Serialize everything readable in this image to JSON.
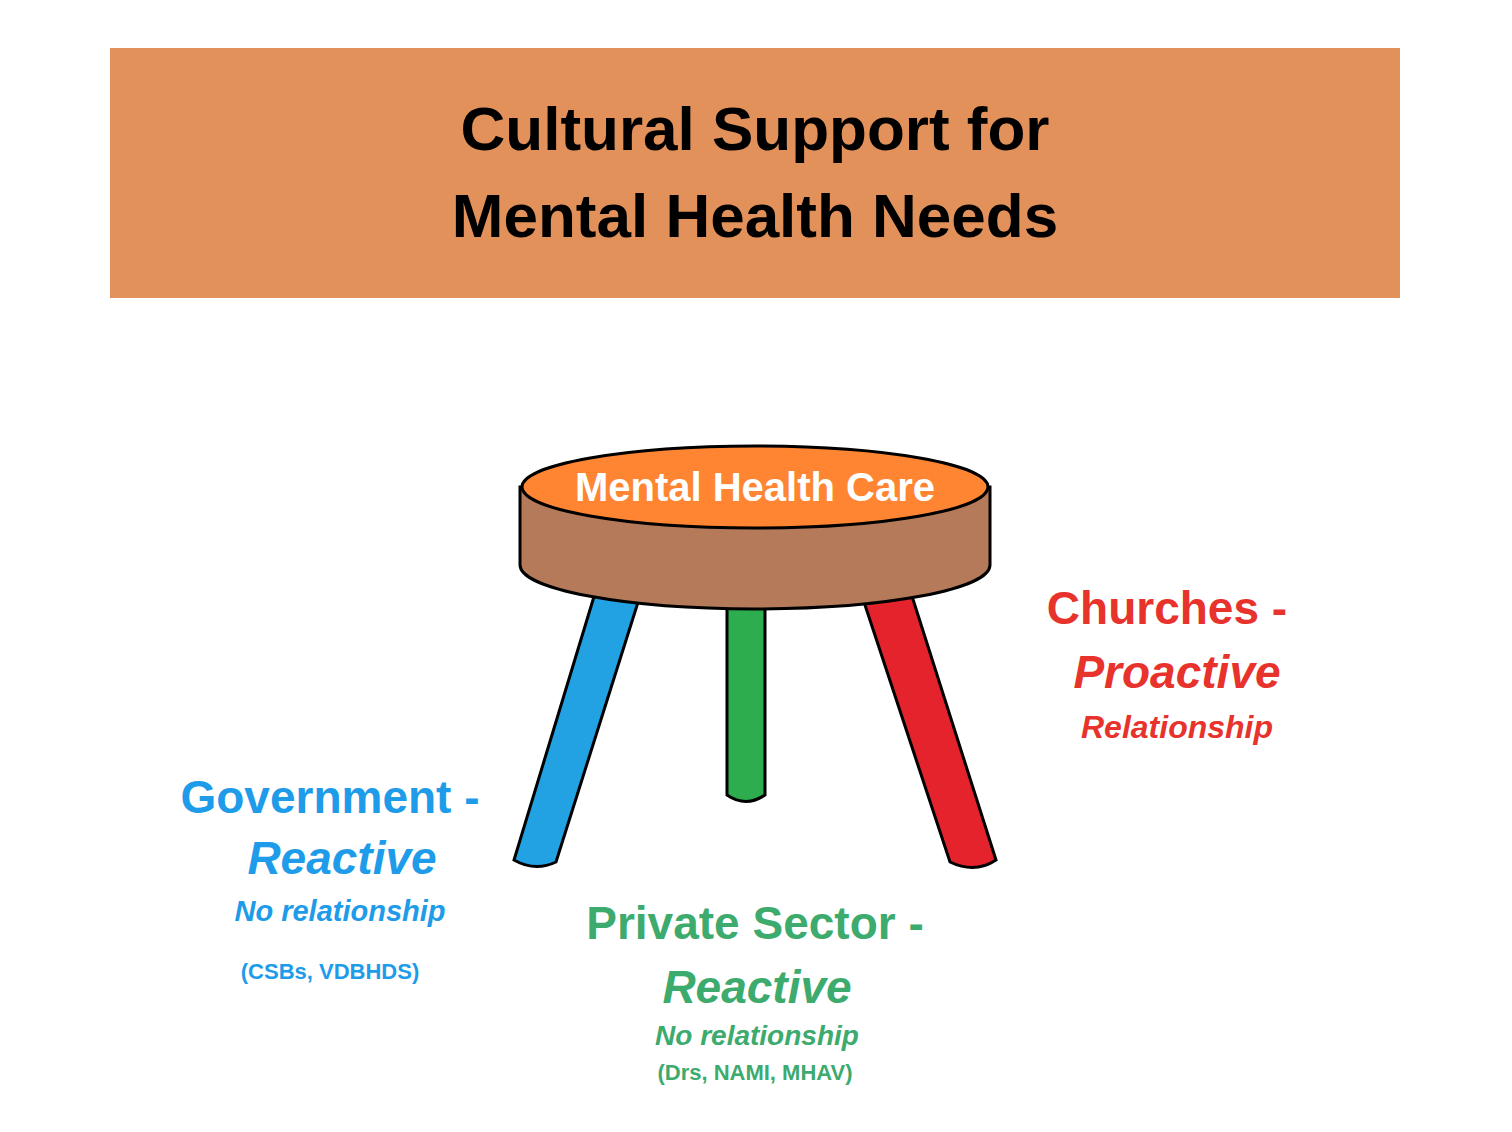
{
  "diagram": {
    "title": "Cultural Support for Mental Health Needs",
    "nodes": [
      {
        "text": [
          "Mental Health Care"
        ]
      }
    ],
    "labels": [
      "Government -",
      "Reactive",
      "No relationship",
      "(CSBs, VDBHDS)",
      "Private Sector -",
      "Reactive",
      "No relationship",
      "(Drs, NAMI, MHAV)",
      "Churches -",
      "Proactive",
      "Relationship"
    ]
  }
}
